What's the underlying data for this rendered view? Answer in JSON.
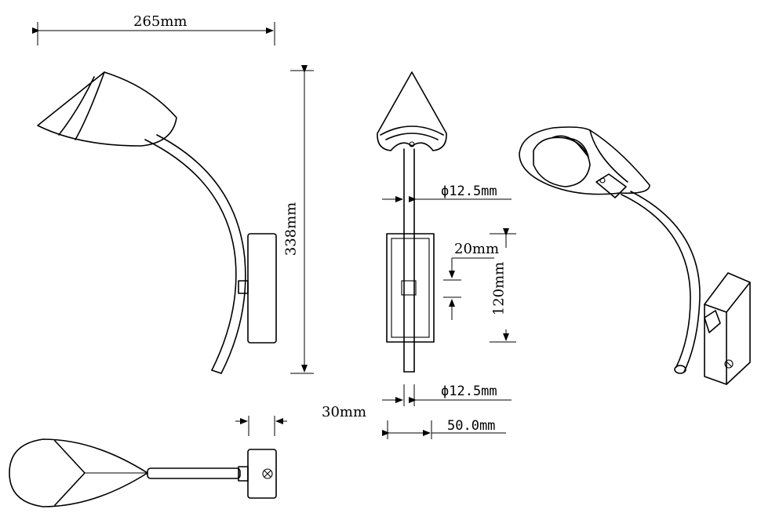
{
  "dimensions": {
    "width_top": "265mm",
    "height_side": "338mm",
    "diameter_upper": "ϕ12.5mm",
    "diameter_lower": "ϕ12.5mm",
    "offset_20": "20mm",
    "plate_height": "120mm",
    "plate_depth": "30mm",
    "plate_width": "50.0mm"
  },
  "views": [
    "side-view",
    "front-view",
    "perspective-view",
    "top-view"
  ]
}
